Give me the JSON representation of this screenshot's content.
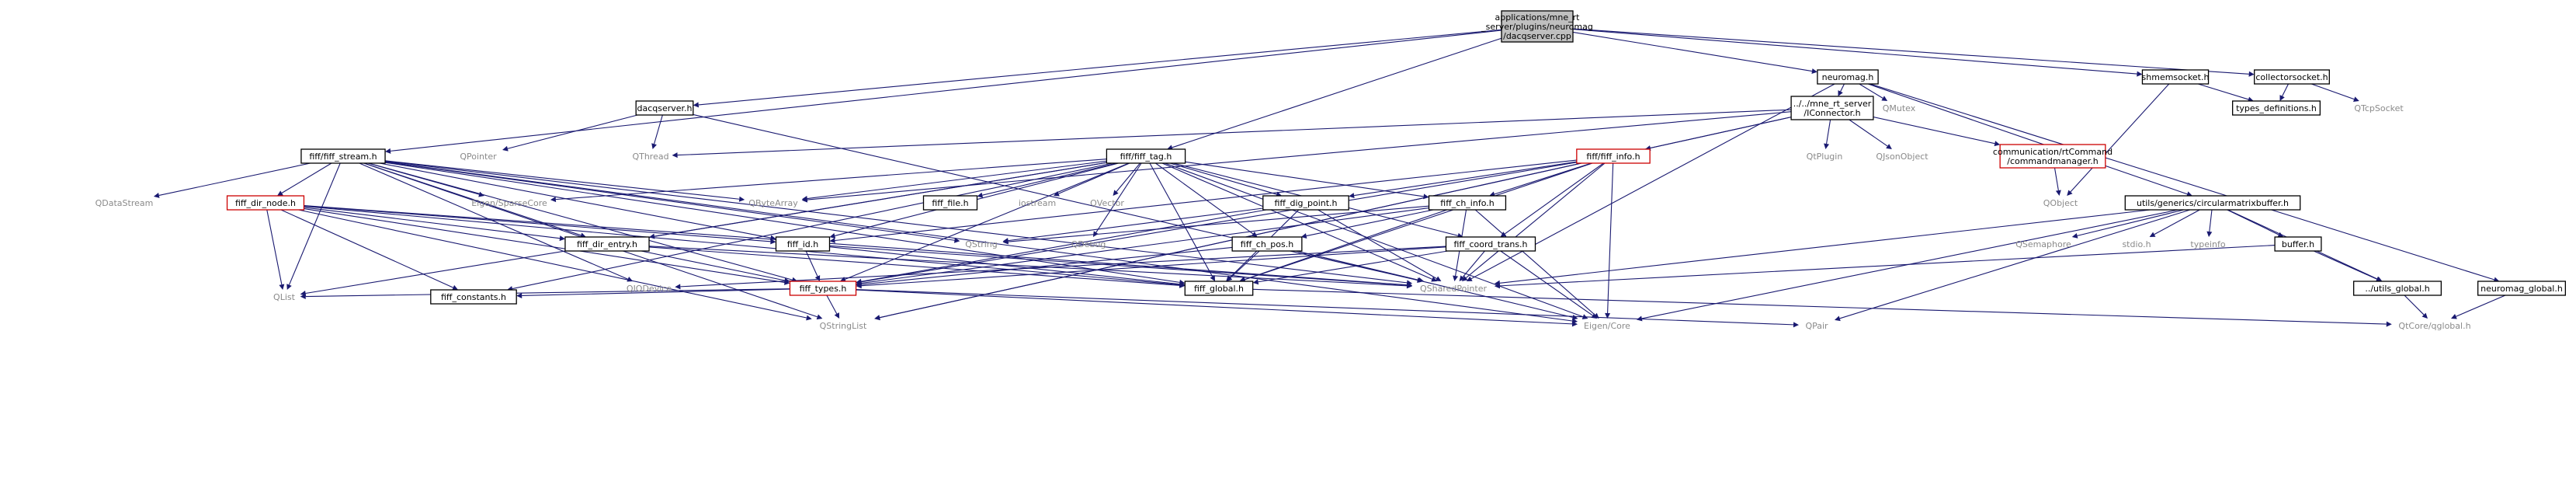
{
  "colors": {
    "edge": "#191970",
    "edge_dark": "#1a1a6e",
    "node_border": "#000000",
    "node_border_missing": "#cc0000",
    "root_fill": "#bfbfbf",
    "ext_text": "#8a8a8a"
  },
  "nodes": {
    "root": {
      "lines": [
        "applications/mne_rt",
        "_server/plugins/neuromag",
        "/dacqserver.cpp"
      ]
    },
    "neuromag_h": {
      "lines": [
        "neuromag.h"
      ]
    },
    "shmemsocket_h": {
      "lines": [
        "shmemsocket.h"
      ]
    },
    "collectorsocket_h": {
      "lines": [
        "collectorsocket.h"
      ]
    },
    "dacqserver_h": {
      "lines": [
        "dacqserver.h"
      ]
    },
    "iconnector_h": {
      "lines": [
        "../../mne_rt_server",
        "/IConnector.h"
      ]
    },
    "qmutex": {
      "lines": [
        "QMutex"
      ]
    },
    "types_definitions_h": {
      "lines": [
        "types_definitions.h"
      ]
    },
    "qtcpsocket": {
      "lines": [
        "QTcpSocket"
      ]
    },
    "fiff_stream_h": {
      "lines": [
        "fiff/fiff_stream.h"
      ]
    },
    "qpointer": {
      "lines": [
        "QPointer"
      ]
    },
    "qthread": {
      "lines": [
        "QThread"
      ]
    },
    "fiff_tag_h": {
      "lines": [
        "fiff/fiff_tag.h"
      ]
    },
    "fiff_info_h": {
      "lines": [
        "fiff/fiff_info.h"
      ]
    },
    "qtplugin": {
      "lines": [
        "QtPlugin"
      ]
    },
    "qjsonobject": {
      "lines": [
        "QJsonObject"
      ]
    },
    "commandmanager_h": {
      "lines": [
        "communication/rtCommand",
        "/commandmanager.h"
      ]
    },
    "qobject": {
      "lines": [
        "QObject"
      ]
    },
    "circularmatrixbuffer_h": {
      "lines": [
        "utils/generics/circularmatrixbuffer.h"
      ]
    },
    "qdatastream": {
      "lines": [
        "QDataStream"
      ]
    },
    "fiff_dir_node_h": {
      "lines": [
        "fiff_dir_node.h"
      ]
    },
    "eigen_sparsecore": {
      "lines": [
        "Eigen/SparseCore"
      ]
    },
    "qbytearray": {
      "lines": [
        "QByteArray"
      ]
    },
    "fiff_file_h": {
      "lines": [
        "fiff_file.h"
      ]
    },
    "iostream": {
      "lines": [
        "iostream"
      ]
    },
    "qvector": {
      "lines": [
        "QVector"
      ]
    },
    "fiff_dig_point_h": {
      "lines": [
        "fiff_dig_point.h"
      ]
    },
    "fiff_ch_info_h": {
      "lines": [
        "fiff_ch_info.h"
      ]
    },
    "qstring": {
      "lines": [
        "QString"
      ]
    },
    "qdebug": {
      "lines": [
        "QDebug"
      ]
    },
    "fiff_dir_entry_h": {
      "lines": [
        "fiff_dir_entry.h"
      ]
    },
    "fiff_id_h": {
      "lines": [
        "fiff_id.h"
      ]
    },
    "fiff_ch_pos_h": {
      "lines": [
        "fiff_ch_pos.h"
      ]
    },
    "fiff_coord_trans_h": {
      "lines": [
        "fiff_coord_trans.h"
      ]
    },
    "qsemaphore": {
      "lines": [
        "QSemaphore"
      ]
    },
    "stdio_h": {
      "lines": [
        "stdio.h"
      ]
    },
    "typeinfo": {
      "lines": [
        "typeinfo"
      ]
    },
    "buffer_h": {
      "lines": [
        "buffer.h"
      ]
    },
    "neuromag_global_h": {
      "lines": [
        "neuromag_global.h"
      ]
    },
    "qiodevice": {
      "lines": [
        "QIODevice"
      ]
    },
    "fiff_types_h": {
      "lines": [
        "fiff_types.h"
      ]
    },
    "fiff_global_h": {
      "lines": [
        "fiff_global.h"
      ]
    },
    "qsharedpointer": {
      "lines": [
        "QSharedPointer"
      ]
    },
    "utils_global_h": {
      "lines": [
        "../utils_global.h"
      ]
    },
    "qlist": {
      "lines": [
        "QList"
      ]
    },
    "fiff_constants_h": {
      "lines": [
        "fiff_constants.h"
      ]
    },
    "qstringlist": {
      "lines": [
        "QStringList"
      ]
    },
    "eigen_core": {
      "lines": [
        "Eigen/Core"
      ]
    },
    "qpair": {
      "lines": [
        "QPair"
      ]
    },
    "qtcore_qglobal_h": {
      "lines": [
        "QtCore/qglobal.h"
      ]
    }
  }
}
